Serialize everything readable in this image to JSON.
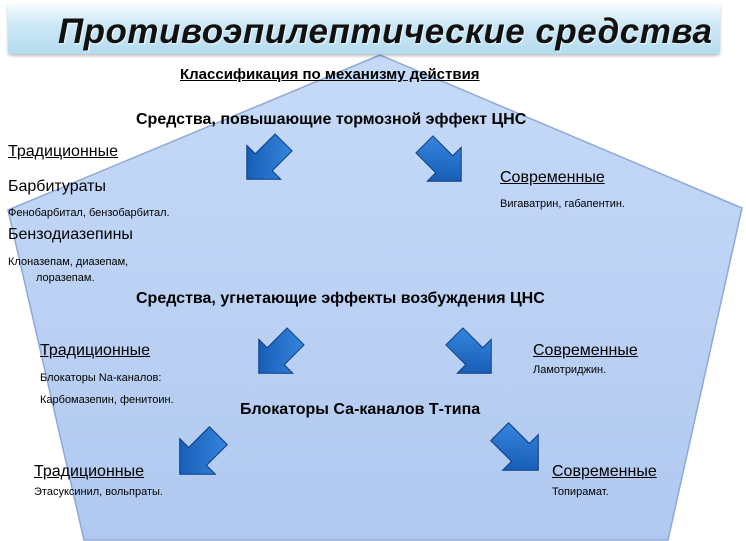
{
  "title": "Противоэпилептические средства",
  "subtitle": "Классификация по механизму действия",
  "groups": {
    "inhibitory": {
      "heading": "Средства, повышающие тормозной эффект ЦНС",
      "traditional": {
        "label": "Традиционные",
        "barbiturates": "Барбитураты",
        "barbiturates_examples": "Фенобарбитал, бензобарбитал.",
        "benzodiazepines": "Бензодиазепины",
        "benzodiazepines_examples_line1": "Клоназепам, диазепам,",
        "benzodiazepines_examples_line2": "лоразепам."
      },
      "modern": {
        "label": "Современные",
        "examples": "Вигаватрин, габапентин."
      }
    },
    "excitation": {
      "heading": "Средства, угнетающие эффекты возбуждения ЦНС",
      "traditional": {
        "label": "Традиционные",
        "line1": "Блокаторы Na-каналов:",
        "line2": "Карбомазепин, фенитоин."
      },
      "modern": {
        "label": "Современные",
        "examples": "Ламотриджин."
      }
    },
    "calcium": {
      "heading": "Блокаторы Са-каналов Т-типа",
      "traditional": {
        "label": "Традиционные",
        "examples": "Этасуксинил, вольпраты."
      },
      "modern": {
        "label": "Современные",
        "examples": "Топирамат."
      }
    }
  },
  "colors": {
    "pentagon_fill": "#b9d0f4",
    "pentagon_stroke": "#8ea9d6",
    "arrow_fill": "#1565c0",
    "arrow_stroke": "#0b3d82"
  },
  "icons": [
    "arrow-down-left-icon",
    "arrow-down-right-icon"
  ]
}
